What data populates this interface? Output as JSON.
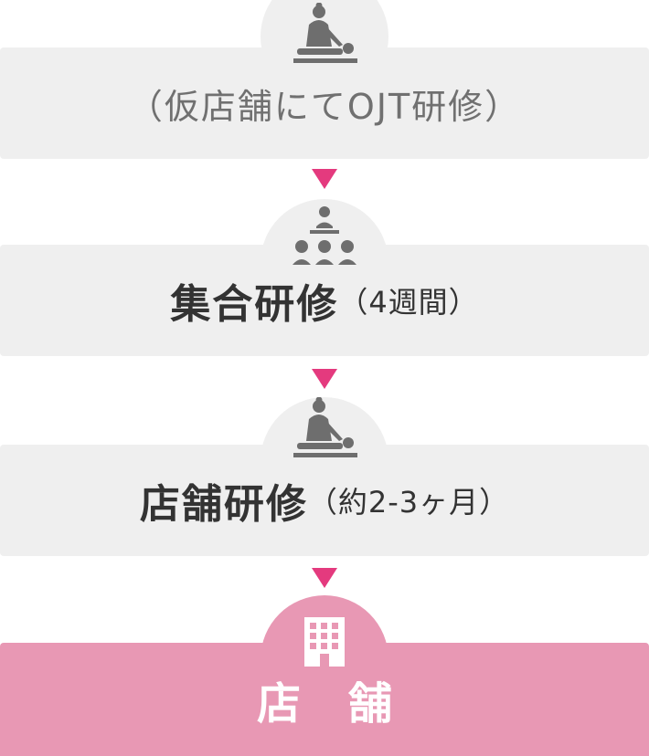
{
  "steps": [
    {
      "label": "（仮店舗にてOJT研修）",
      "icon": "massage-therapist-icon",
      "style": "light"
    },
    {
      "label": "集合研修",
      "sub": "（4週間）",
      "icon": "group-training-icon",
      "style": "bold"
    },
    {
      "label": "店舗研修",
      "sub": "（約2-3ヶ月）",
      "icon": "massage-therapist-icon",
      "style": "bold"
    },
    {
      "label": "店舗",
      "icon": "building-icon",
      "style": "highlight"
    }
  ],
  "colors": {
    "box_gray": "#efefef",
    "box_pink": "#e898b4",
    "arrow": "#e43a7e",
    "icon_gray": "#6e6e6e",
    "text_dark": "#333333",
    "text_light": "#707070"
  }
}
